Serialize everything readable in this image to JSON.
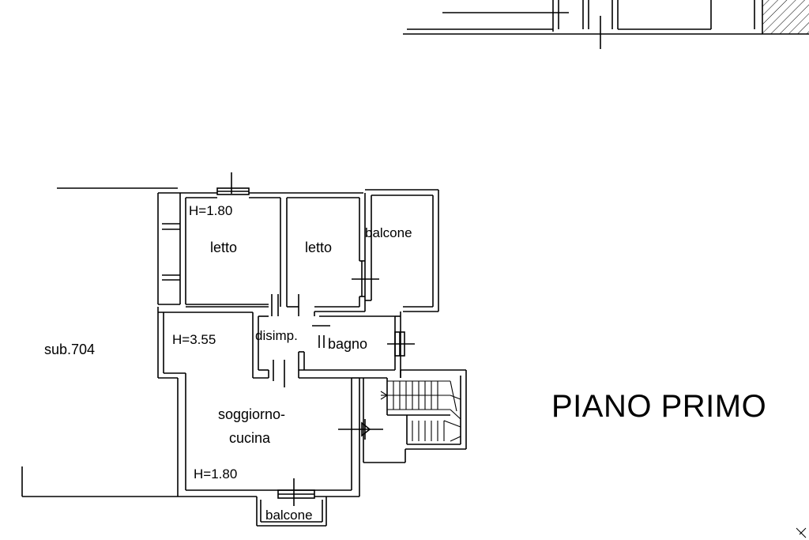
{
  "plan": {
    "title": "PIANO PRIMO",
    "rooms": {
      "letto_left": "letto",
      "letto_right": "letto",
      "balcone_top": "balcone",
      "disimp": "disimp.",
      "bagno": "bagno",
      "soggiorno_line1": "soggiorno-",
      "soggiorno_line2": "cucina",
      "balcone_bottom": "balcone",
      "neighbour": "sub.704"
    },
    "heights": {
      "letto": "H=1.80",
      "soggiorno_top": "H=3.55",
      "soggiorno_bottom": "H=1.80"
    }
  }
}
